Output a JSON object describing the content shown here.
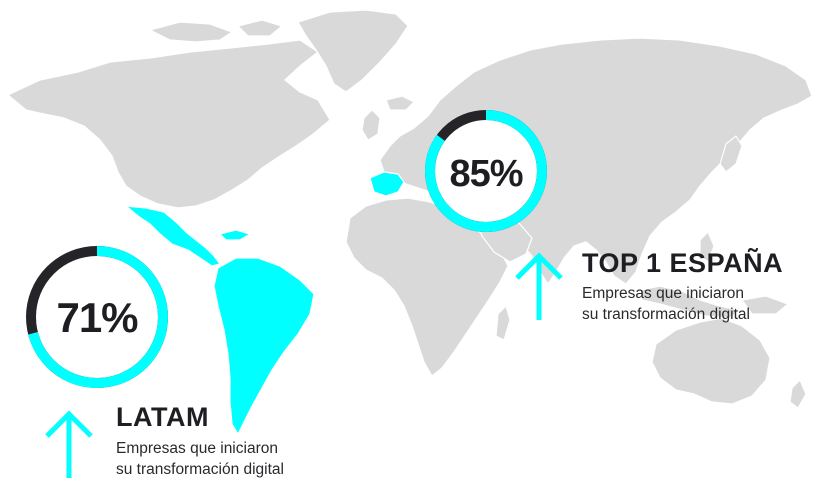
{
  "colors": {
    "land": "#d9d9d9",
    "border": "#ffffff",
    "highlight": "#00ffff",
    "ring_track": "#252428",
    "text": "#1e1d22"
  },
  "spain": {
    "percent": "85%",
    "fraction": 0.85,
    "title": "TOP 1 ESPAÑA",
    "subtitle_line1": "Empresas que iniciaron",
    "subtitle_line2": "su transformación digital",
    "arrow_icon": "arrow-up-icon"
  },
  "latam": {
    "percent": "71%",
    "fraction": 0.71,
    "title": "LATAM",
    "subtitle_line1": "Empresas que iniciaron",
    "subtitle_line2": "su transformación digital",
    "arrow_icon": "arrow-up-icon"
  }
}
